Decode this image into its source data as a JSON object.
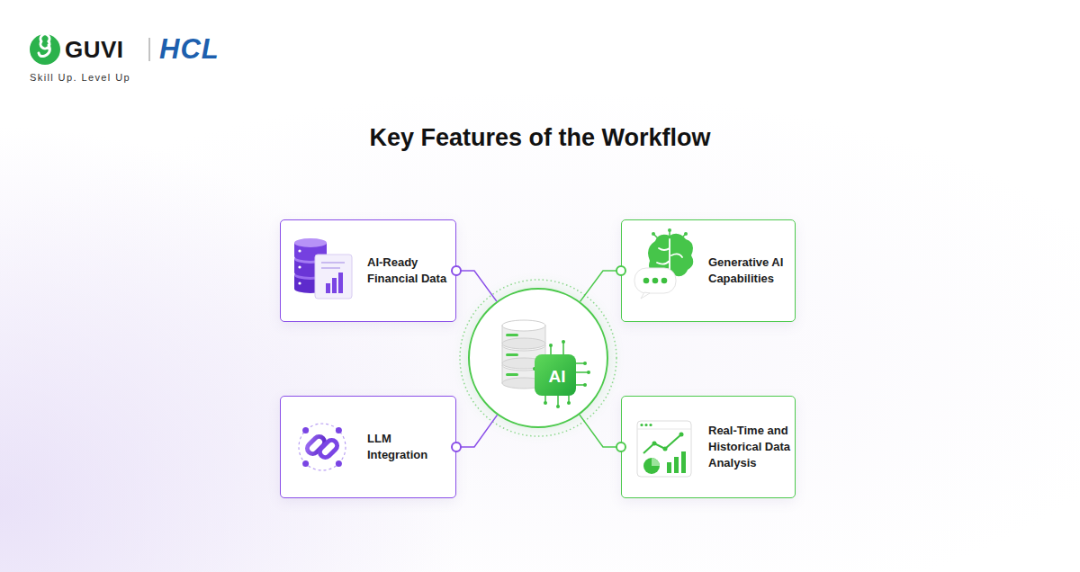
{
  "diagram": {
    "title": "Key Features of the Workflow",
    "nodes": [
      {
        "text": [
          "AI-Ready Financial Data"
        ]
      },
      {
        "text": [
          "Generative AI Capabilities"
        ]
      },
      {
        "text": [
          "AI"
        ]
      },
      {
        "text": [
          "LLM Integration"
        ]
      },
      {
        "text": [
          "Real-Time and Historical Data Analysis"
        ]
      }
    ],
    "edges": [
      {
        "from": 2,
        "to": 0,
        "arrow": "none"
      },
      {
        "from": 2,
        "to": 1,
        "arrow": "none"
      },
      {
        "from": 2,
        "to": 3,
        "arrow": "none"
      },
      {
        "from": 2,
        "to": 4,
        "arrow": "none"
      }
    ],
    "labels": [
      "GUVI",
      "HCL",
      "Skill Up. Level Up"
    ]
  }
}
